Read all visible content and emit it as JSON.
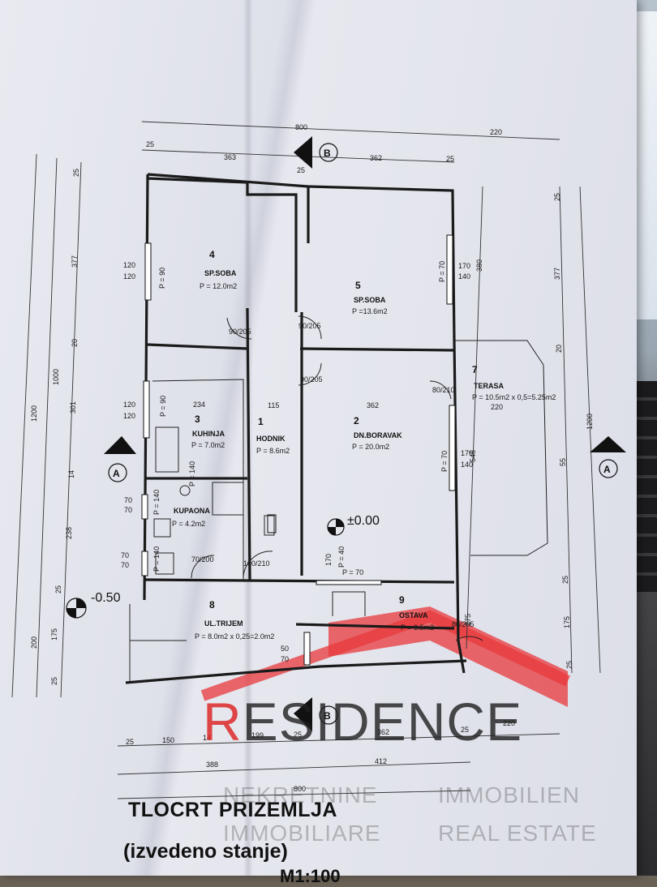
{
  "drawing": {
    "title": "TLOCRT PRIZEMLJA",
    "subtitle": "(izvedeno stanje)",
    "scale_partial": "M1:100"
  },
  "watermark": {
    "brand_first_letter": "R",
    "brand_rest": "ESIDENCE",
    "words": [
      "NEKRETNINE",
      "IMMOBILIEN",
      "IMMOBILIARE",
      "REAL ESTATE"
    ],
    "accent_color": "#e8383b"
  },
  "rooms": [
    {
      "num": "4",
      "name": "SP.SOBA",
      "area": "P = 12.0m2"
    },
    {
      "num": "5",
      "name": "SP.SOBA",
      "area": "P =13.6m2"
    },
    {
      "num": "7",
      "name": "TERASA",
      "area": "P = 10.5m2 x 0,5=5.25m2"
    },
    {
      "num": "3",
      "name": "KUHINJA",
      "area": "P = 7.0m2"
    },
    {
      "num": "1",
      "name": "HODNIK",
      "area": "P = 8.6m2"
    },
    {
      "num": "2",
      "name": "DN.BORAVAK",
      "area": "P = 20.0m2"
    },
    {
      "num": "",
      "name": "KUPAONA",
      "area": "P = 4.2m2"
    },
    {
      "num": "8",
      "name": "UL.TRIJEM",
      "area": "P = 8.0m2 x 0,25=2.0m2"
    },
    {
      "num": "9",
      "name": "OSTAVA",
      "area": "P = 3.5m2"
    }
  ],
  "level_marks": {
    "main": "±0.00",
    "entry": "-0.50"
  },
  "section_marks": {
    "a": "A",
    "b": "B"
  },
  "dimensions": {
    "top": [
      "800",
      "220",
      "25",
      "363",
      "362",
      "25",
      "25"
    ],
    "bottom": [
      "25",
      "150",
      "14",
      "199",
      "25",
      "362",
      "25",
      "220",
      "388",
      "412",
      "800"
    ],
    "left": [
      "1200",
      "1000",
      "25",
      "377",
      "20",
      "301",
      "14",
      "238",
      "25",
      "175",
      "200",
      "25"
    ],
    "right": [
      "25",
      "377",
      "20",
      "1200",
      "55",
      "25",
      "175",
      "25",
      "380",
      "545",
      "275"
    ],
    "windows": [
      "120",
      "120",
      "120",
      "120",
      "170",
      "140",
      "170",
      "140",
      "70",
      "70",
      "70",
      "70",
      "50",
      "70",
      "170"
    ],
    "window_heights": [
      "P = 90",
      "P = 70",
      "P = 90",
      "P = 70",
      "P = 140",
      "P = 140",
      "P = 140",
      "P = 70",
      "P = 40"
    ],
    "doors": [
      "90/205",
      "90/205",
      "90/205",
      "80/210",
      "70/200",
      "100/210",
      "80/205"
    ],
    "inner": [
      "234",
      "115",
      "362",
      "220"
    ]
  }
}
